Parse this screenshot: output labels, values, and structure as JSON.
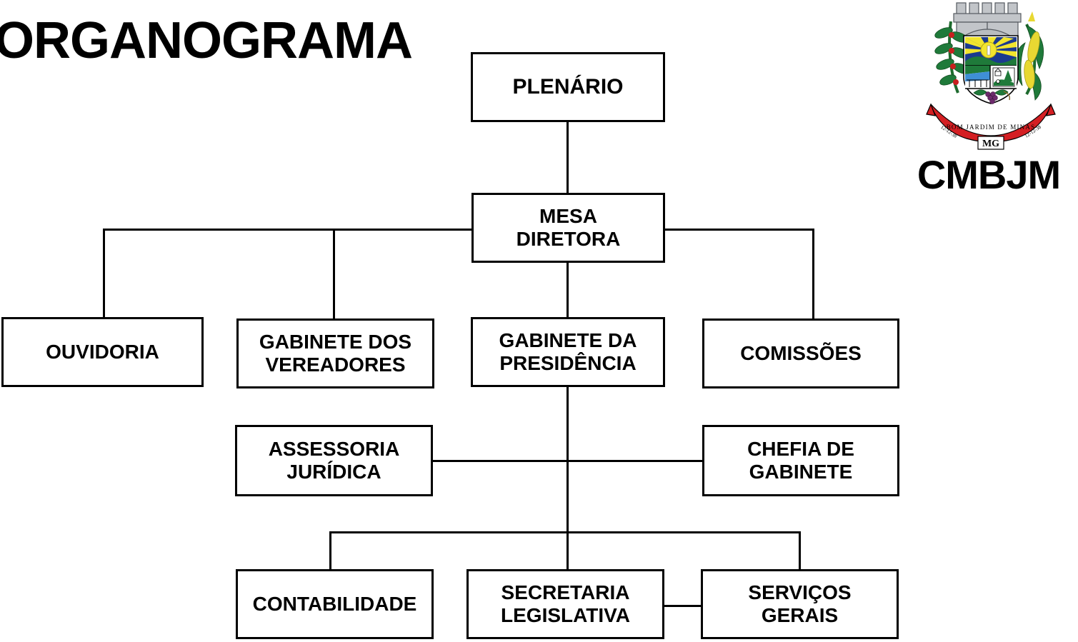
{
  "title": "ORGANOGRAMA",
  "logo": {
    "acronym": "CMBJM",
    "emblem_name": "coat-of-arms-bom-jardim-de-minas",
    "ribbon_text": "BOM JARDIM DE MINAS",
    "state_abbrev": "MG",
    "date_left": "12-12-38",
    "date_right": "12-12-38",
    "colors": {
      "ribbon": "#d41f23",
      "shield_sky": "#1b3a8f",
      "sun": "#f2e52e",
      "hills": "#1f7a3a",
      "crown": "#b9bcc0",
      "corn": "#e8d832",
      "coffee": "#c81f1f"
    }
  },
  "chart_data": {
    "type": "diagram",
    "diagram_kind": "organizational-chart",
    "nodes": [
      {
        "id": "plenario",
        "label": "PLENÁRIO",
        "level": 0
      },
      {
        "id": "mesa",
        "label": "MESA\nDIRETORA",
        "level": 1
      },
      {
        "id": "ouvidoria",
        "label": "OUVIDORIA",
        "level": 2
      },
      {
        "id": "gab-ver",
        "label": "GABINETE DOS\nVEREADORES",
        "level": 2
      },
      {
        "id": "gab-pres",
        "label": "GABINETE DA\nPRESIDÊNCIA",
        "level": 2
      },
      {
        "id": "comissoes",
        "label": "COMISSÕES",
        "level": 2
      },
      {
        "id": "assessoria",
        "label": "ASSESSORIA\nJURÍDICA",
        "level": 3
      },
      {
        "id": "chefia",
        "label": "CHEFIA DE\nGABINETE",
        "level": 3
      },
      {
        "id": "contab",
        "label": "CONTABILIDADE",
        "level": 4
      },
      {
        "id": "secretaria",
        "label": "SECRETARIA\nLEGISLATIVA",
        "level": 4
      },
      {
        "id": "servicos",
        "label": "SERVIÇOS\nGERAIS",
        "level": 4
      }
    ],
    "edges": [
      {
        "from": "plenario",
        "to": "mesa"
      },
      {
        "from": "mesa",
        "to": "ouvidoria"
      },
      {
        "from": "mesa",
        "to": "gab-ver"
      },
      {
        "from": "mesa",
        "to": "gab-pres"
      },
      {
        "from": "mesa",
        "to": "comissoes"
      },
      {
        "from": "gab-pres",
        "to": "assessoria"
      },
      {
        "from": "gab-pres",
        "to": "chefia"
      },
      {
        "from": "gab-pres",
        "to": "contab"
      },
      {
        "from": "gab-pres",
        "to": "secretaria"
      },
      {
        "from": "gab-pres",
        "to": "servicos"
      },
      {
        "from": "secretaria",
        "to": "servicos"
      }
    ],
    "title": "ORGANOGRAMA",
    "line_color": "#000000",
    "box_fill": "#ffffff",
    "text_color": "#000000"
  }
}
